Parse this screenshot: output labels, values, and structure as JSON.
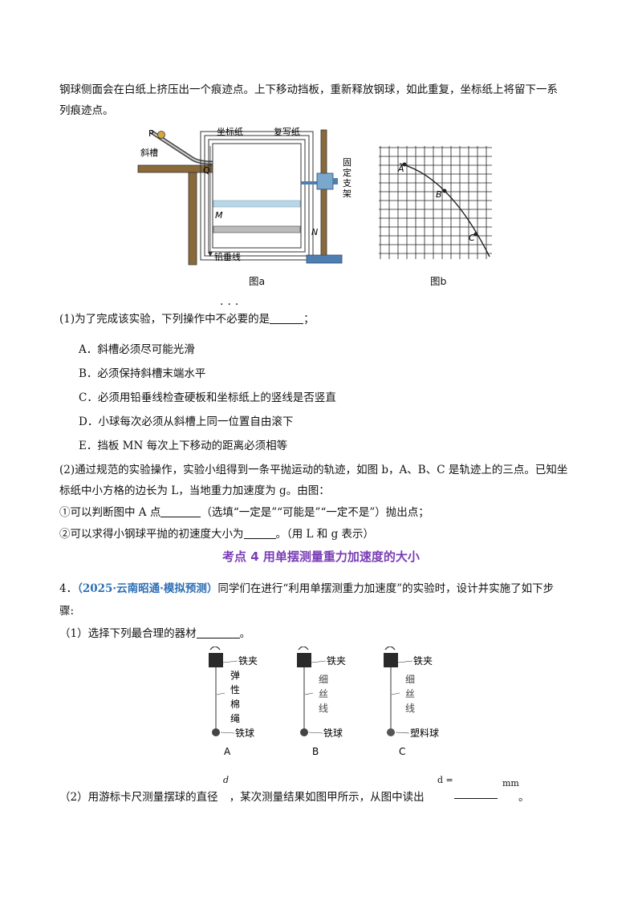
{
  "intro": {
    "line1": "钢球侧面会在白纸上挤压出一个痕迹点。上下移动挡板，重新释放钢球，如此重复，坐标纸上将留下一系",
    "line2": "列痕迹点。"
  },
  "figure_a": {
    "label": "图a",
    "p": "P",
    "q": "Q",
    "chute": "斜槽",
    "coord_paper": "坐标纸",
    "copy_paper": "复写纸",
    "stand": [
      "固",
      "定",
      "支",
      "架"
    ],
    "m": "M",
    "n": "N",
    "plumb": "铅垂线"
  },
  "figure_b": {
    "label": "图b",
    "points": [
      "A",
      "B",
      "C"
    ]
  },
  "q1": {
    "text_before": "(1)为了完成该实验，下列操作中",
    "text_emph": "不必要",
    "text_after": "的是",
    "text_end": "；",
    "options": [
      "A．斜槽必须尽可能光滑",
      "B．必须保持斜槽末端水平",
      "C．必须用铅垂线检查硬板和坐标纸上的竖线是否竖直",
      "D．小球每次必须从斜槽上同一位置自由滚下",
      "E．挡板 MN 每次上下移动的距离必须相等"
    ]
  },
  "q2": {
    "line1": "(2)通过规范的实验操作，实验小组得到一条平抛运动的轨迹，如图 b，A、B、C 是轨迹上的三点。已知坐",
    "line2": "标纸中小方格的边长为 L，当地重力加速度为 g。由图：",
    "sub1_before": "①可以判断图中 A 点",
    "sub1_after": "（选填“一定是”“可能是”“一定不是”）抛出点；",
    "sub2_before": "②可以求得小钢球平抛的初速度大小为",
    "sub2_after": "。（用 L 和 g 表示）"
  },
  "topic": "考点 4  用单摆测量重力加速度的大小",
  "q4": {
    "number": "4．",
    "source": "（2025·云南昭通·模拟预测）",
    "line1": "同学们在进行“利用单摆测重力加速度”的实验时，设计并实施了如下步",
    "line2": "骤:",
    "part1": "（1）选择下列最合理的器材",
    "part1_end": "。",
    "pendulums": [
      {
        "letter": "A",
        "clip": "铁夹",
        "string": [
          "弹",
          "性",
          "棉",
          "绳"
        ],
        "ball": "铁球"
      },
      {
        "letter": "B",
        "clip": "铁夹",
        "string": [
          "细",
          "丝",
          "线"
        ],
        "ball": "铁球"
      },
      {
        "letter": "C",
        "clip": "铁夹",
        "string": [
          "细",
          "丝",
          "线"
        ],
        "ball": "塑料球"
      }
    ],
    "part2_before": "（2）用游标卡尺测量摆球的直径",
    "part2_d": "d",
    "part2_mid": "，某次测量结果如图甲所示，从图中读出",
    "part2_deq": "d =",
    "part2_unit": "mm",
    "part2_end": "。"
  }
}
